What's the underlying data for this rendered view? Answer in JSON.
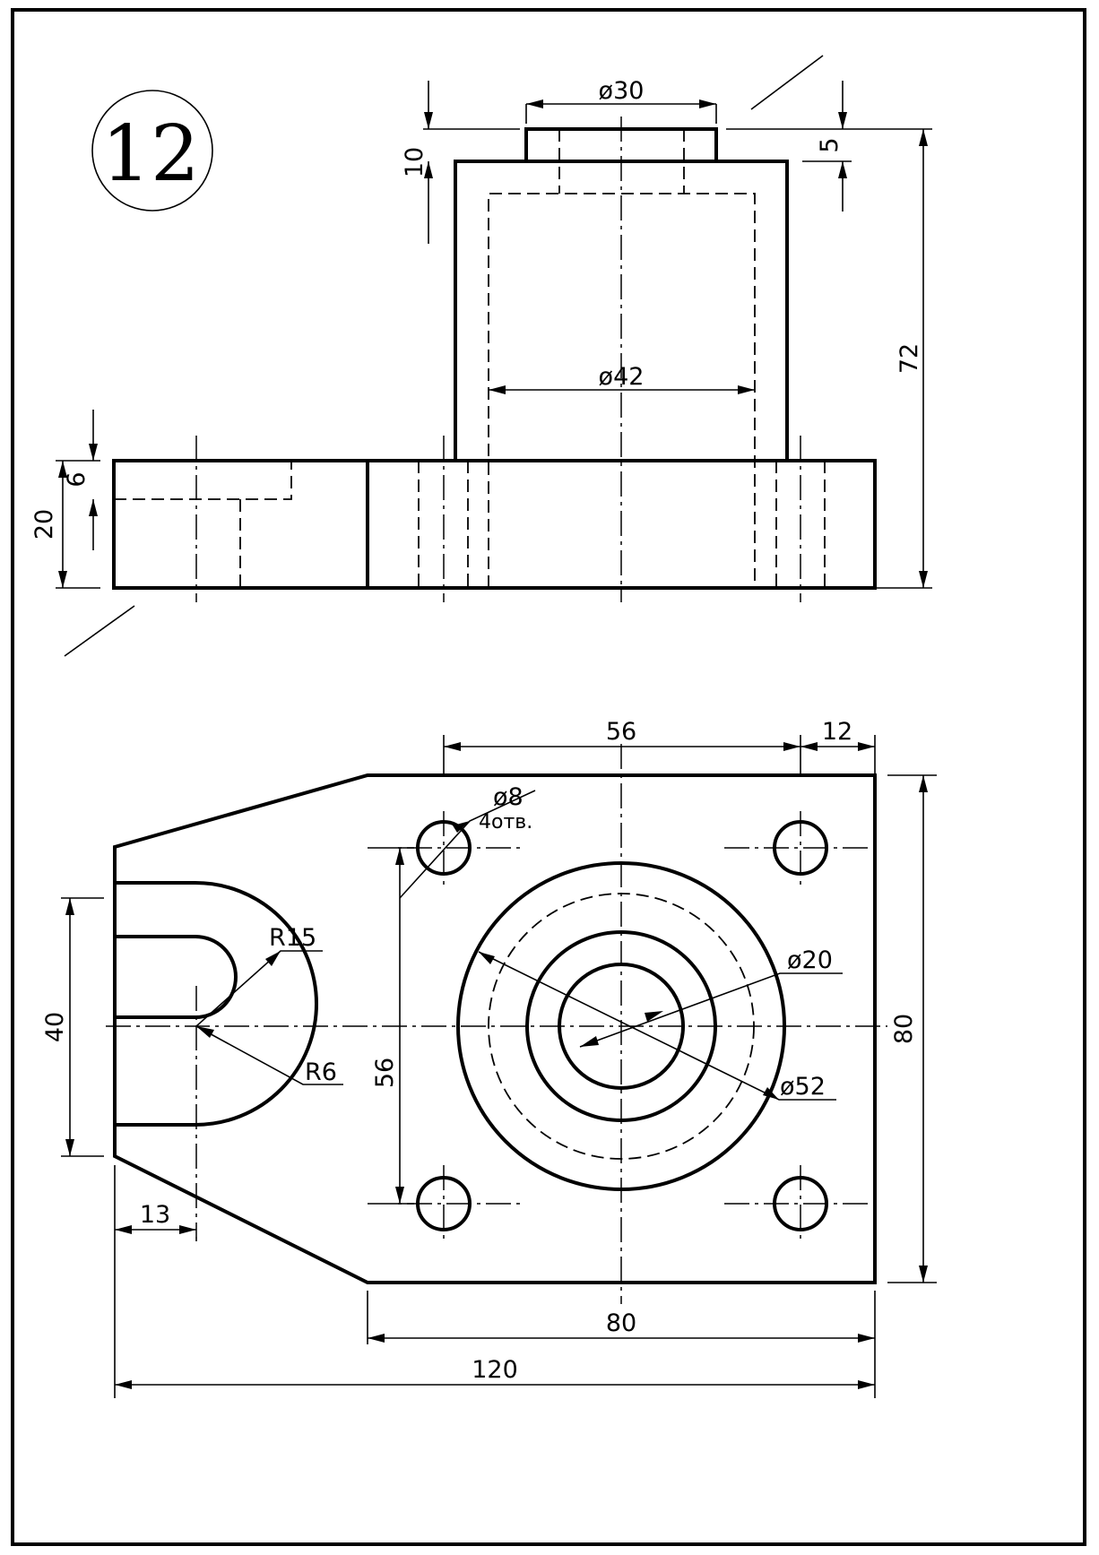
{
  "sheet": {
    "number": "12",
    "colors": {
      "line": "#000000",
      "paper": "#ffffff"
    }
  },
  "front_view": {
    "dims": {
      "boss_diameter": "ø30",
      "bore_diameter": "ø42",
      "boss_height": "10",
      "collar_height": "5",
      "total_height": "72",
      "base_height": "20",
      "step_depth": "6"
    }
  },
  "top_view": {
    "dims": {
      "hole_spacing_x": "56",
      "edge_offset": "12",
      "hole_diameter": "ø8",
      "hole_count": "4отв.",
      "outer_radius": "R15",
      "inner_radius": "R6",
      "slot_width": "40",
      "hole_spacing_y": "56",
      "inner_diameter": "ø20",
      "outer_diameter": "ø52",
      "plate_height": "80",
      "slot_offset": "13",
      "plate_width": "80",
      "total_length": "120"
    }
  }
}
